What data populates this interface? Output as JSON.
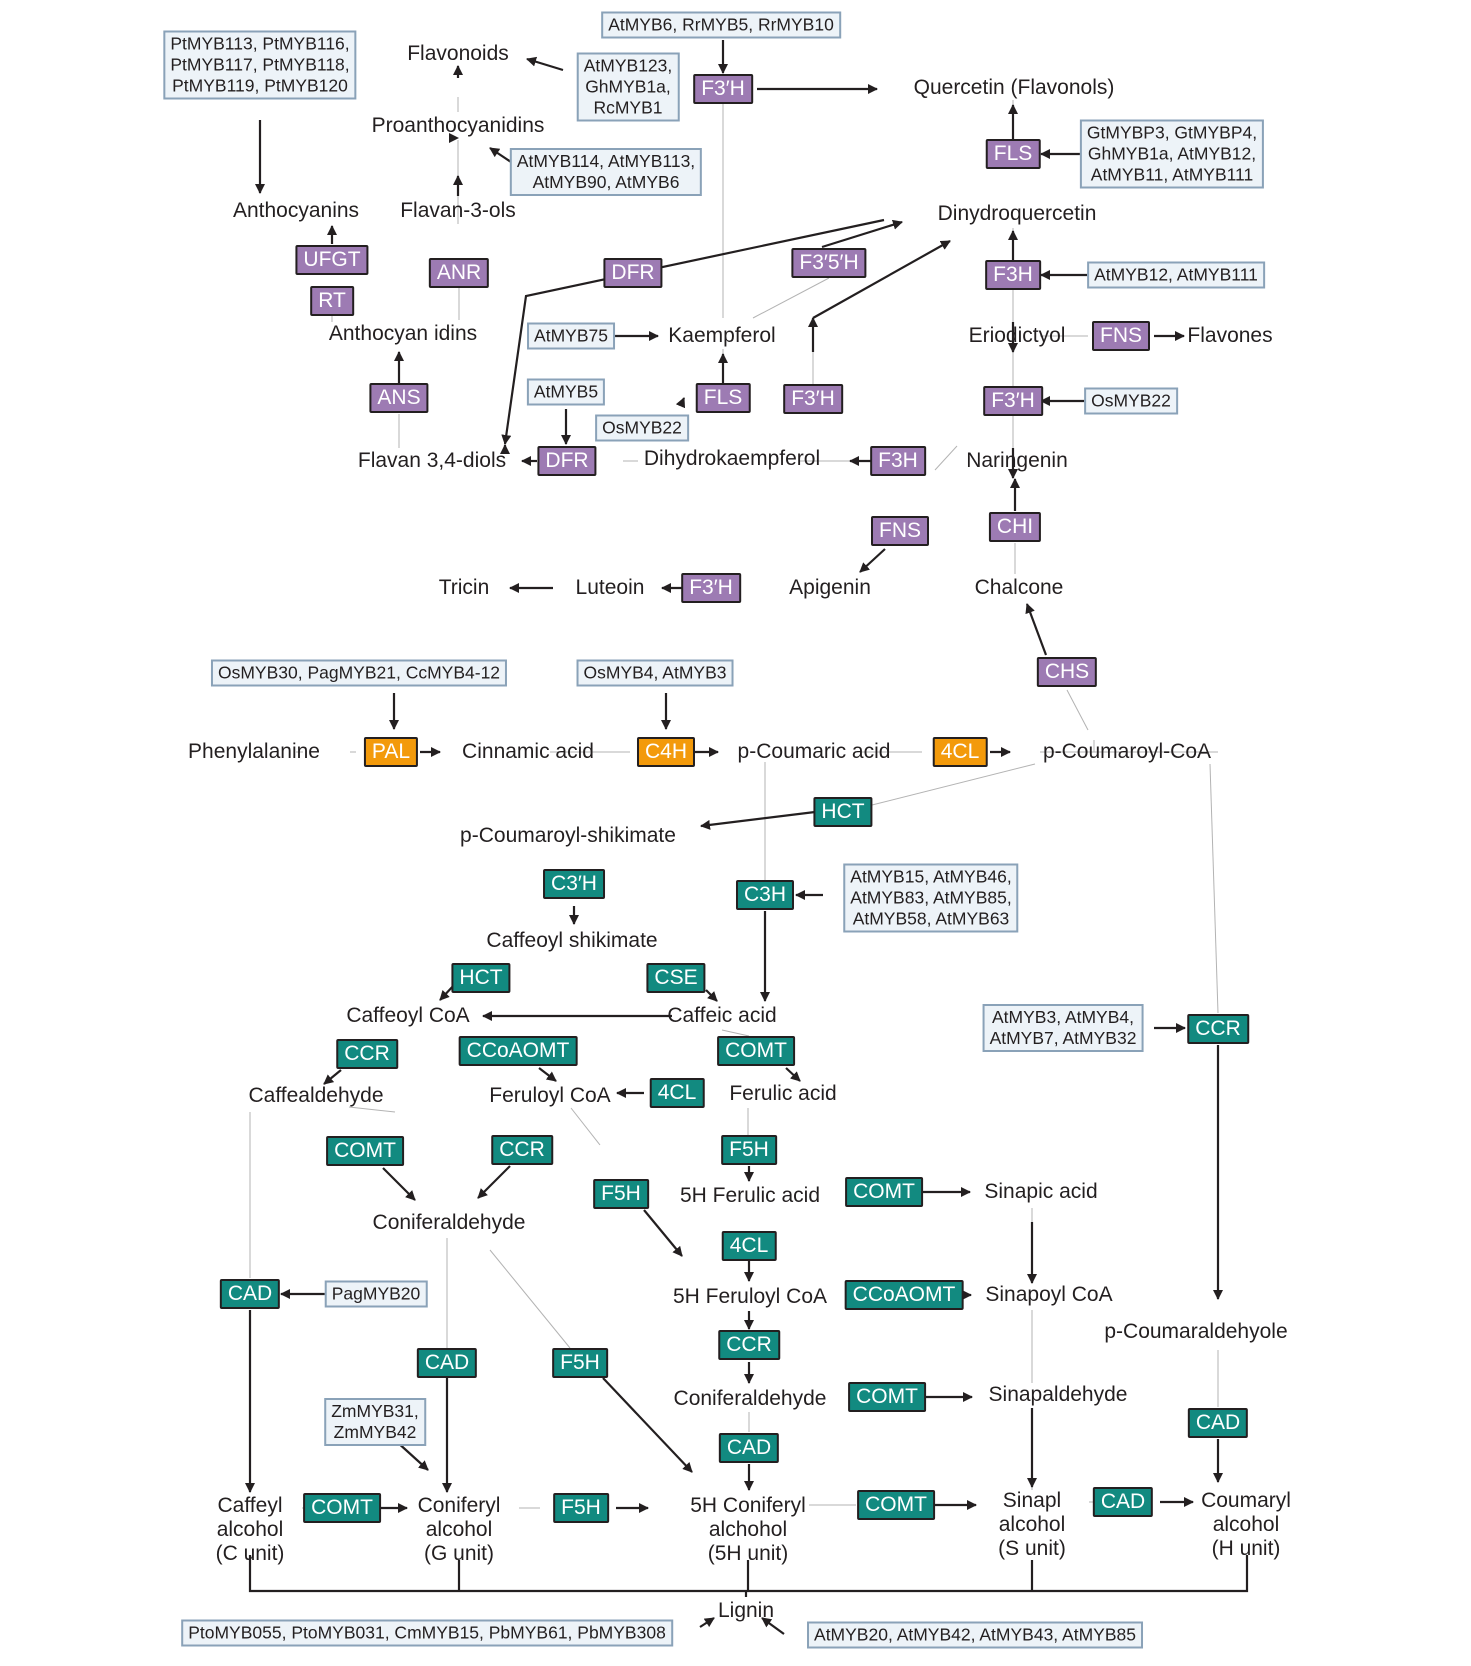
{
  "colors": {
    "flavonoid_enzyme": "#9d7bb3",
    "lignin_enzyme": "#128a80",
    "phenylpropanoid_enzyme": "#f39a0b",
    "myb_box_fill": "#edf3f8",
    "myb_box_border": "#8aa2b8",
    "arrow": "#231f20"
  },
  "compounds": {
    "flavonoids": "Flavonoids",
    "quercetin": "Quercetin (Flavonols)",
    "proanthocyanidins": "Proanthocyanidins",
    "anthocyanins": "Anthocyanins",
    "flavan3ols": "Flavan-3-ols",
    "dihydroquercetin": "Dinydroquercetin",
    "kaempferol": "Kaempferol",
    "eriodictyol": "Eriodictyol",
    "flavones": "Flavones",
    "anthocyanidins": "Anthocyan idins",
    "flavan34diols": "Flavan 3,4-diols",
    "dihydrokaempferol": "Dihydrokaempferol",
    "naringenin": "Naringenin",
    "tricin": "Tricin",
    "luteoin": "Luteoin",
    "apigenin": "Apigenin",
    "chalcone": "Chalcone",
    "phenylalanine": "Phenylalanine",
    "cinnamic_acid": "Cinnamic acid",
    "p_coumaric_acid": "p-Coumaric acid",
    "p_coumaroyl_coa": "p-Coumaroyl-CoA",
    "p_coumaroyl_shikimate": "p-Coumaroyl-shikimate",
    "caffeoyl_shikimate": "Caffeoyl shikimate",
    "caffeoyl_coa": "Caffeoyl CoA",
    "caffeic_acid": "Caffeic acid",
    "caffealdehyde": "Caffealdehyde",
    "feruloyl_coa": "Feruloyl CoA",
    "ferulic_acid": "Ferulic acid",
    "h5_ferulic_acid": "5H Ferulic acid",
    "sinapic_acid": "Sinapic acid",
    "coniferaldehyde_1": "Coniferaldehyde",
    "h5_feruloyl_coa": "5H Feruloyl CoA",
    "sinapoyl_coa": "Sinapoyl CoA",
    "p_coumaraldehyde": "p-Coumaraldehyole",
    "coniferaldehyde_2": "Coniferaldehyde",
    "sinapaldehyde": "Sinapaldehyde",
    "caffeyl_alcohol": "Caffeyl\nalcohol\n(C unit)",
    "coniferyl_alcohol": "Coniferyl\nalcohol\n(G unit)",
    "h5_coniferyl_alcohol": "5H Coniferyl\nalchohol\n(5H unit)",
    "sinapl_alcohol": "Sinapl\nalcohol\n(S unit)",
    "coumaryl_alcohol": "Coumaryl\nalcohol\n(H unit)",
    "lignin": "Lignin"
  },
  "enzymes": {
    "f3h_top": "F3′H",
    "fls_top": "FLS",
    "ufgt": "UFGT",
    "rt": "RT",
    "anr": "ANR",
    "dfr_mid": "DFR",
    "f35h": "F3′5′H",
    "f3h_dq": "F3H",
    "fns_er": "FNS",
    "ans": "ANS",
    "fls_k": "FLS",
    "f3h_k": "F3′H",
    "f3h_er": "F3′H",
    "dfr_low": "DFR",
    "f3h_n": "F3H",
    "fns_ap": "FNS",
    "chi": "CHI",
    "f3h_lut": "F3′H",
    "chs": "CHS",
    "pal": "PAL",
    "c4h": "C4H",
    "cl4_top": "4CL",
    "hct1": "HCT",
    "c3h_sh": "C3′H",
    "c3h": "C3H",
    "hct2": "HCT",
    "cse": "CSE",
    "ccr_side": "CCR",
    "ccr1": "CCR",
    "ccoaomt1": "CCoAOMT",
    "comt1": "COMT",
    "cl4_mid": "4CL",
    "comt2": "COMT",
    "ccr2": "CCR",
    "f5h1": "F5H",
    "f5h2": "F5H",
    "comt3": "COMT",
    "cl4_low": "4CL",
    "cad1": "CAD",
    "ccoaomt2": "CCoAOMT",
    "cad2": "CAD",
    "f5h3": "F5H",
    "ccr3": "CCR",
    "comt4": "COMT",
    "cad3": "CAD",
    "cad4": "CAD",
    "comt5": "COMT",
    "f5h4": "F5H",
    "comt6": "COMT",
    "cad5": "CAD"
  },
  "regulators": {
    "pt_myb": "PtMYB113, PtMYB116,\nPtMYB117, PtMYB118,\nPtMYB119, PtMYB120",
    "at6": "AtMYB6, RrMYB5, RrMYB10",
    "at123": "AtMYB123,\nGhMYB1a,\nRcMYB1",
    "gt": "GtMYBP3, GtMYBP4,\nGhMYB1a, AtMYB12,\nAtMYB11, AtMYB111",
    "at114": "AtMYB114, AtMYB113,\nAtMYB90, AtMYB6",
    "at12": "AtMYB12, AtMYB111",
    "at75": "AtMYB75",
    "at5": "AtMYB5",
    "os22_a": "OsMYB22",
    "os22_b": "OsMYB22",
    "os30": "OsMYB30, PagMYB21, CcMYB4-12",
    "os4": "OsMYB4, AtMYB3",
    "at15": "AtMYB15, AtMYB46,\nAtMYB83, AtMYB85,\nAtMYB58, AtMYB63",
    "at3": "AtMYB3, AtMYB4,\nAtMYB7, AtMYB32",
    "pag20": "PagMYB20",
    "zm": "ZmMYB31,\nZmMYB42",
    "pto": "PtoMYB055, PtoMYB031, CmMYB15, PbMYB61, PbMYB308",
    "at20": "AtMYB20, AtMYB42, AtMYB43, AtMYB85"
  }
}
